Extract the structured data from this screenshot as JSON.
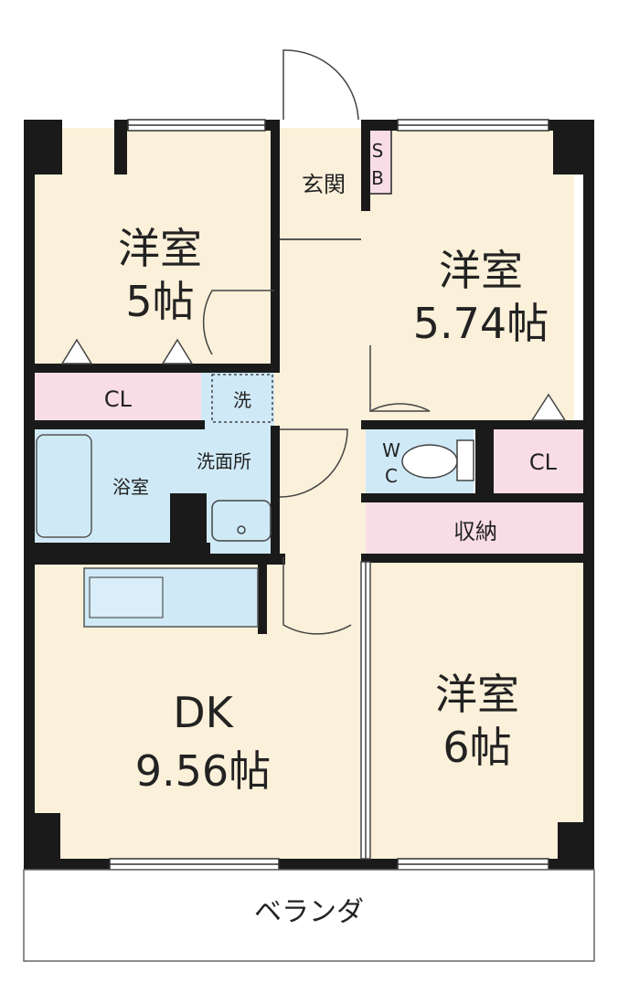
{
  "rooms": {
    "western_nw": {
      "name": "洋室",
      "size": "5帖"
    },
    "western_ne": {
      "name": "洋室",
      "size": "5.74帖"
    },
    "dk": {
      "name": "DK",
      "size": "9.56帖"
    },
    "western_se": {
      "name": "洋室",
      "size": "6帖"
    },
    "entrance": "玄関",
    "shoe_box_s": "S",
    "shoe_box_b": "B",
    "closet_west": "CL",
    "closet_east": "CL",
    "washer": "洗",
    "washroom": "洗面所",
    "bathroom": "浴室",
    "wc_w": "W",
    "wc_c": "C",
    "storage": "収納",
    "balcony": "ベランダ"
  },
  "colors": {
    "floor": "#fbf0d9",
    "wet_area": "#cfe9f7",
    "closet": "#f9dde6",
    "wall": "#1a1a1a",
    "balcony": "#ffffff"
  }
}
